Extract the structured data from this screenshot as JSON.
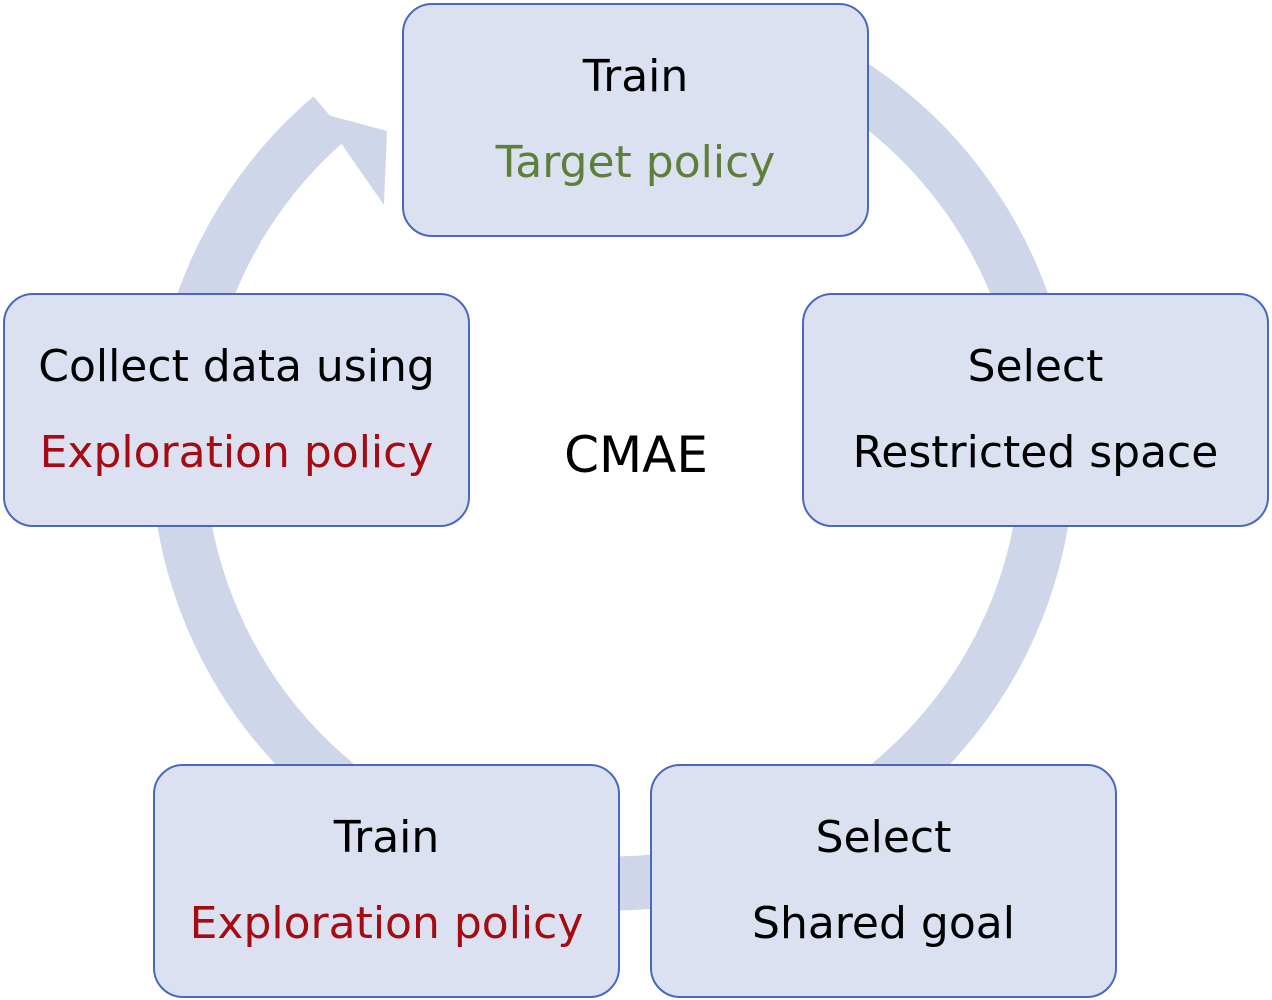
{
  "diagram": {
    "center_label": "CMAE",
    "colors": {
      "node_fill": "#dce1f2",
      "node_border": "#4a68bf",
      "ring": "#d0d6ea",
      "green_text": "#5e7f3a",
      "red_text": "#a50b10"
    },
    "steps": [
      {
        "line1": "Train",
        "line2": "Target policy"
      },
      {
        "line1": "Select",
        "line2": "Restricted space"
      },
      {
        "line1": "Select",
        "line2": "Shared goal"
      },
      {
        "line1": "Train",
        "line2": "Exploration policy"
      },
      {
        "line1": "Collect data using",
        "line2": "Exploration policy"
      }
    ]
  }
}
